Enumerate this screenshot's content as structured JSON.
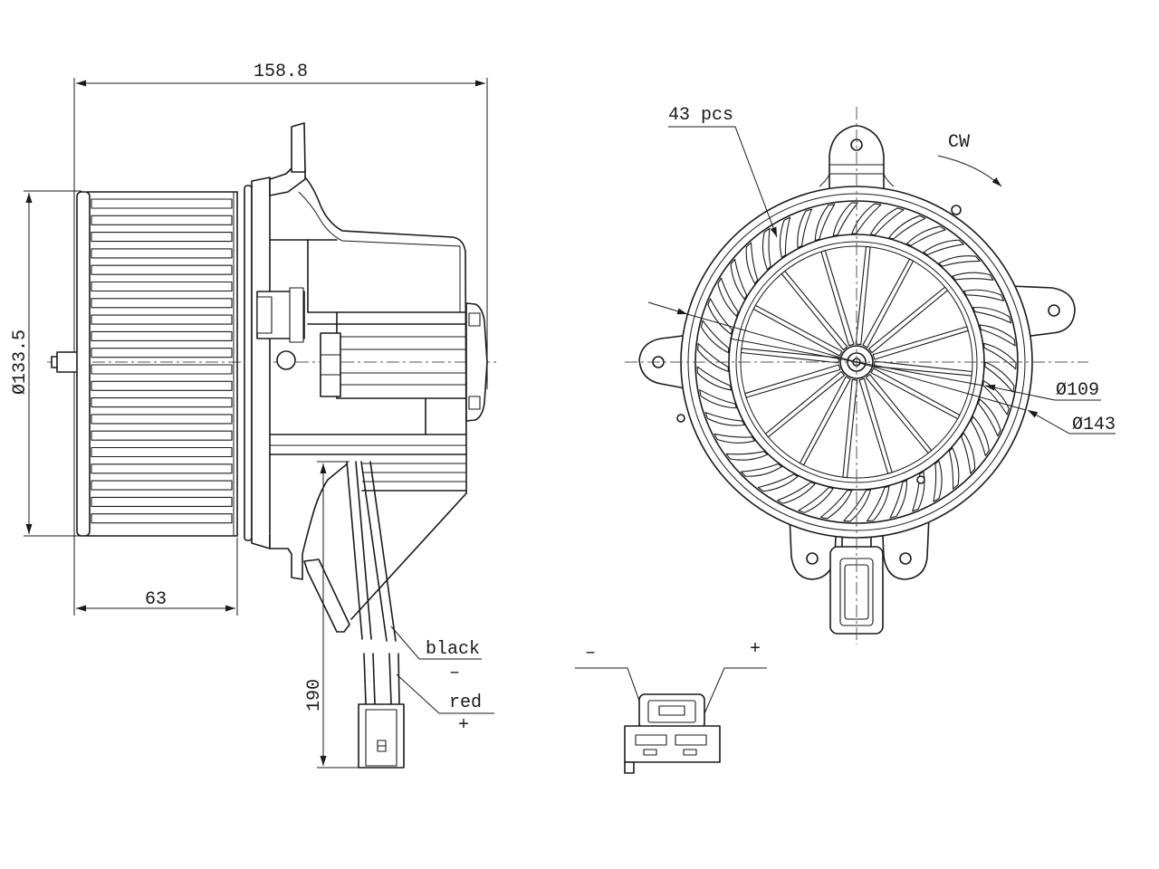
{
  "dimensions": {
    "overall_length": "158.8",
    "wheel_diameter": "Ø133.5",
    "wheel_width": "63",
    "cable_length": "190",
    "blade_count": "43 pcs",
    "inner_diameter": "Ø109",
    "outer_diameter": "Ø143"
  },
  "rotation": "CW",
  "wires": {
    "black_label": "black",
    "black_polarity": "–",
    "red_label": "red",
    "red_polarity": "+"
  },
  "connector": {
    "negative": "–",
    "positive": "+"
  },
  "colors": {
    "line": "#1a1a1a",
    "background": "#ffffff"
  }
}
